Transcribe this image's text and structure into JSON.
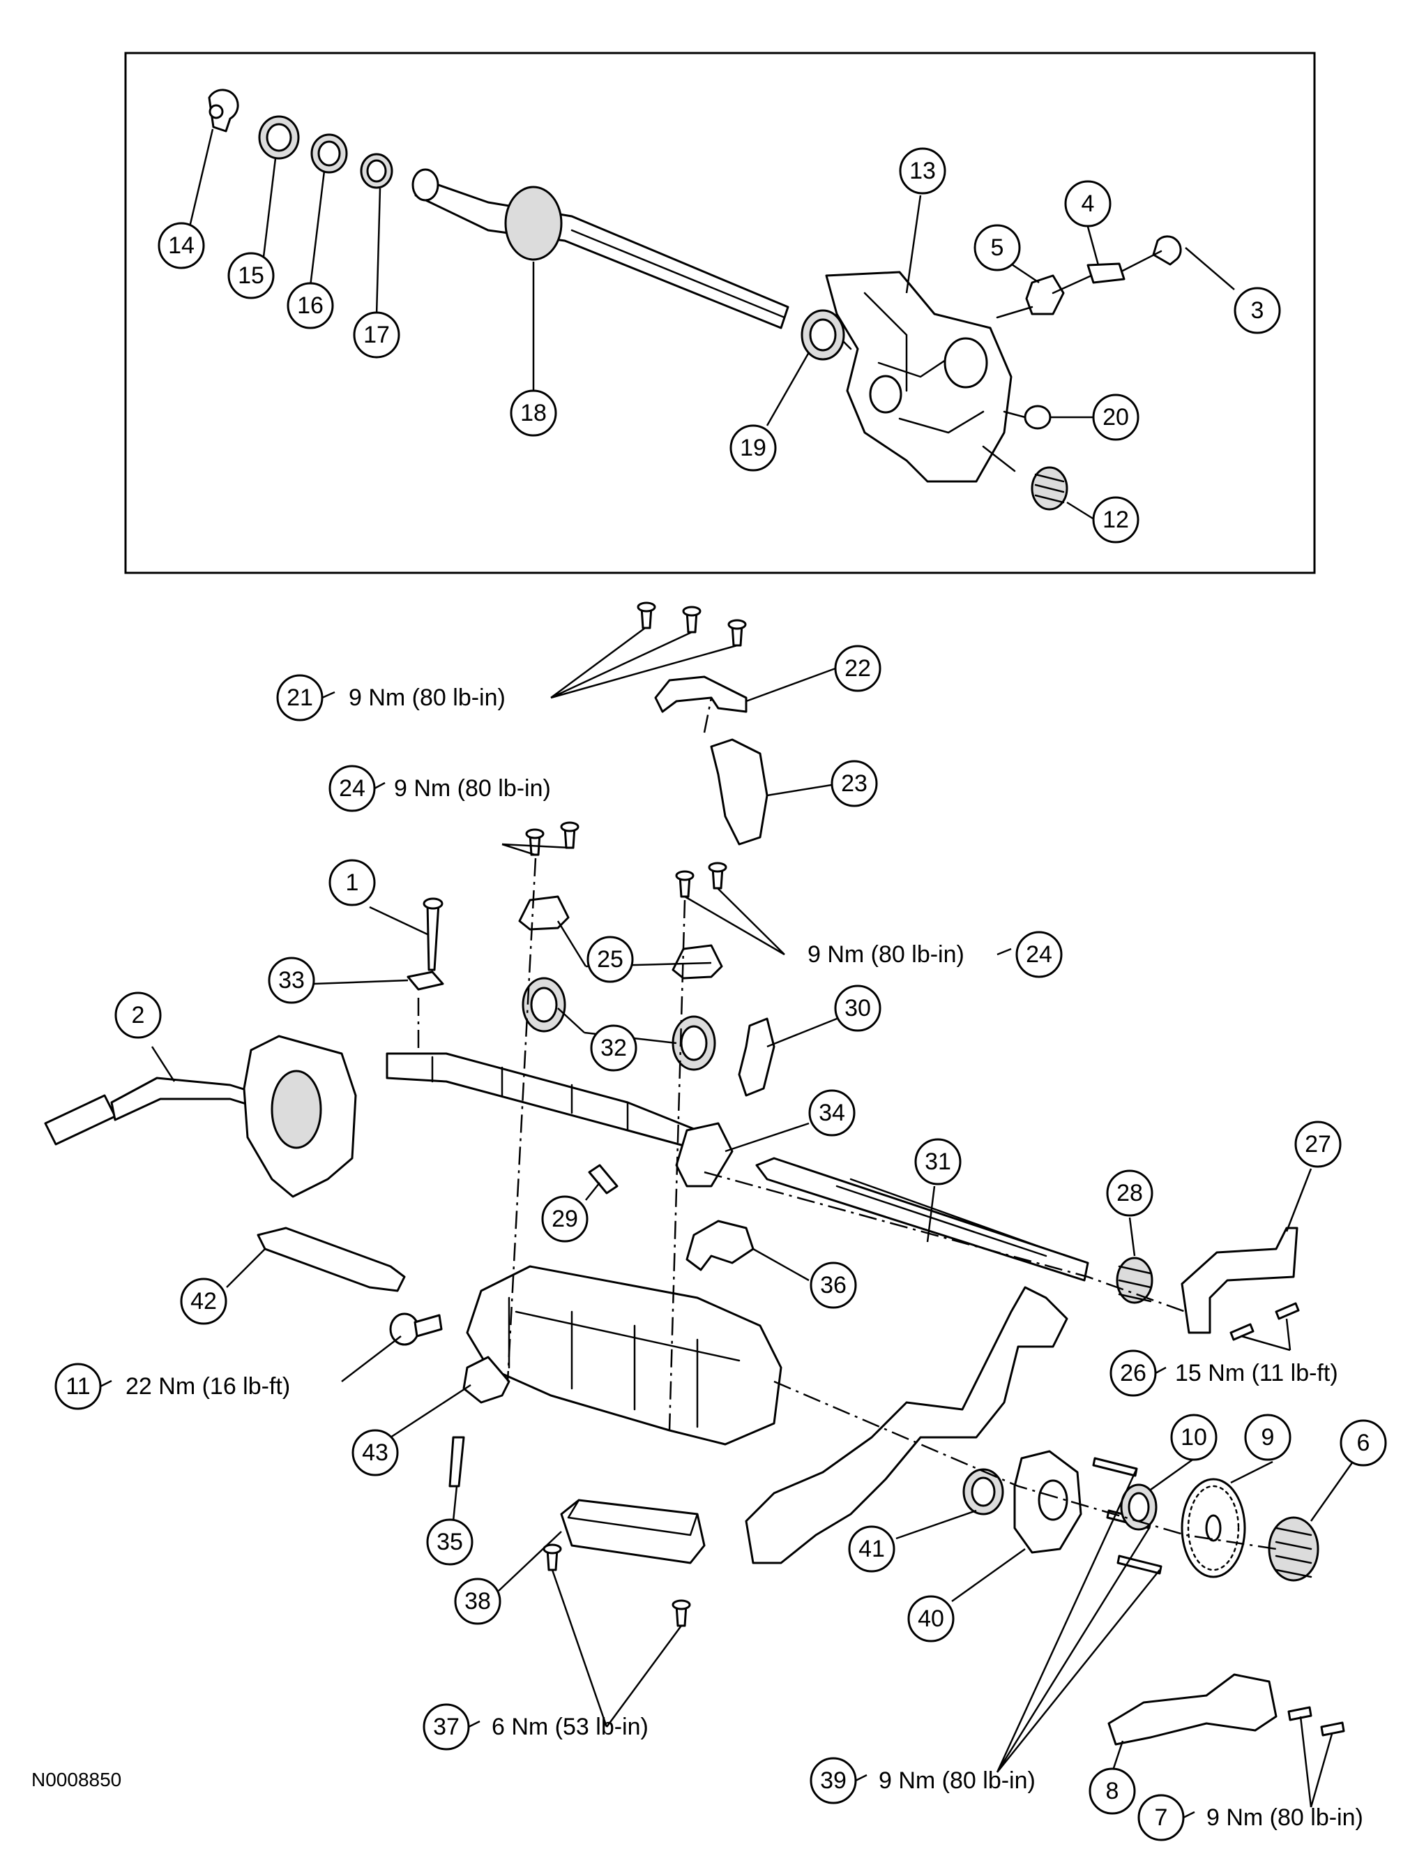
{
  "figure_code": "N0008850",
  "callouts": {
    "c1": "1",
    "c2": "2",
    "c3": "3",
    "c4": "4",
    "c5": "5",
    "c6": "6",
    "c7": "7",
    "c8": "8",
    "c9": "9",
    "c10": "10",
    "c11": "11",
    "c12": "12",
    "c13": "13",
    "c14": "14",
    "c15": "15",
    "c16": "16",
    "c17": "17",
    "c18": "18",
    "c19": "19",
    "c20": "20",
    "c21": "21",
    "c22": "22",
    "c23": "23",
    "c24a": "24",
    "c24b": "24",
    "c25": "25",
    "c26": "26",
    "c27": "27",
    "c28": "28",
    "c29": "29",
    "c30": "30",
    "c31": "31",
    "c32": "32",
    "c33": "33",
    "c34": "34",
    "c35": "35",
    "c36": "36",
    "c37": "37",
    "c38": "38",
    "c39": "39",
    "c40": "40",
    "c41": "41",
    "c42": "42",
    "c43": "43"
  },
  "torque_specs": {
    "t21": "9 Nm (80 lb-in)",
    "t24a": "9 Nm (80 lb-in)",
    "t24b": "9 Nm (80 lb-in)",
    "t11": "22 Nm (16 lb-ft)",
    "t26": "15 Nm (11 lb-ft)",
    "t37": "6 Nm (53 lb-in)",
    "t39": "9 Nm (80 lb-in)",
    "t7": "9 Nm (80 lb-in)"
  }
}
